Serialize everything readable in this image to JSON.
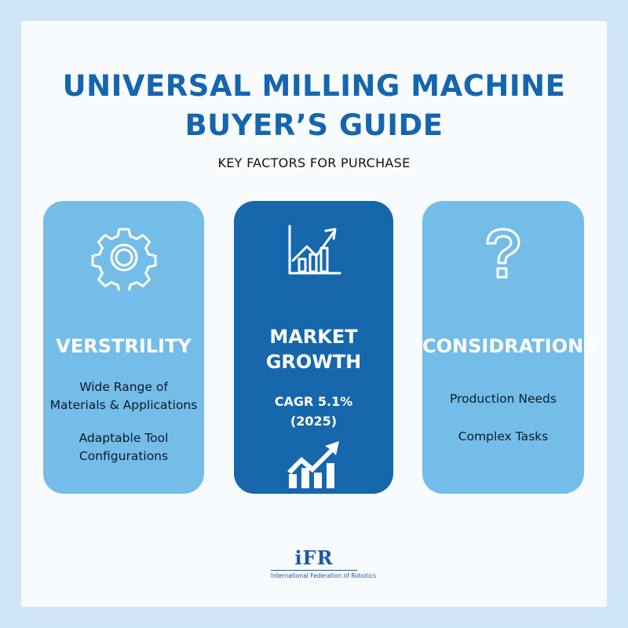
{
  "header": {
    "title_line1": "UNIVERSAL MILLING MACHINE",
    "title_line2": "BUYER’S GUIDE",
    "subtitle": "KEY FACTORS FOR PURCHASE"
  },
  "cards": [
    {
      "heading": "VERSTRILITY",
      "icon": "gear-icon",
      "lines": [
        "Wide Range of",
        "Materials & Applications",
        "Adaptable Tool",
        "Configurations"
      ]
    },
    {
      "heading_line1": "MARKET",
      "heading_line2": "GROWTH",
      "icon": "growth-chart-icon",
      "lines": [
        "CAGR 5.1%",
        "(2025)"
      ],
      "bottom_icon": "trend-up-arrow-icon"
    },
    {
      "heading": "CONSIDRATIONS",
      "icon": "question-mark-icon",
      "lines": [
        "Production Needs",
        "Complex Tasks"
      ]
    }
  ],
  "logo": {
    "mark": "iFR",
    "text": "International Federation of Robotics"
  },
  "colors": {
    "title_blue": "#1565b0",
    "card_light": "#74bde8",
    "card_dark": "#1767ad",
    "background": "#cfe6f6"
  }
}
